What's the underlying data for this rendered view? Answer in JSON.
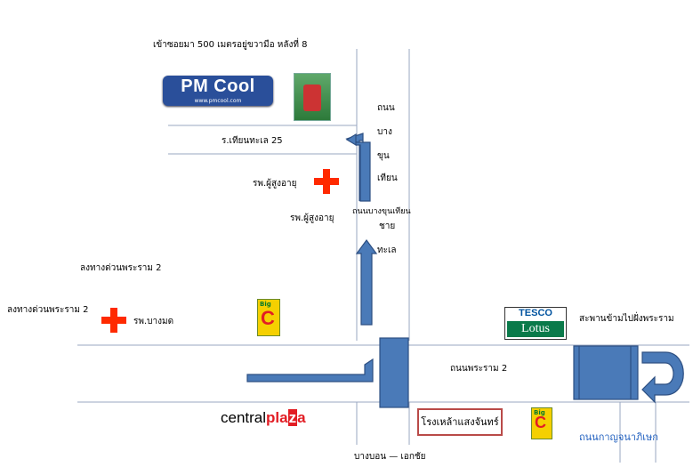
{
  "labels": {
    "entry_note": "เข้าซอยมา 500 เมตรอยู่ขวามือ หลังที่ 8",
    "soi_tian_talay_25": "ร.เทียนทะเล 25",
    "hospital_elderly_1": "รพ.ผู้สูงอายุ",
    "hospital_elderly_2": "รพ.ผู้สูงอายุ",
    "expressway_1": "ลงทางด่วนพระราม 2",
    "expressway_2": "ลงทางด่วนพระราม 2",
    "hospital_bangmod": "รพ.บางมด",
    "rama2_road": "ถนนพระราม 2",
    "overpass": "สะพานข้ามไปฝั่งพระราม",
    "kanchanaphisek_road": "ถนนกาญจนาภิเษก",
    "bang_bon_ekachai": "บางบอน — เอกชัย",
    "factory": "โรงเหล้าแสงจันทร์",
    "bangkhuntian_road": "ถนนบางขุนเทียน",
    "vertical_road_words": [
      "ถนน",
      "บาง",
      "ขุน",
      "เทียน"
    ],
    "chai_talay_words": [
      "ชาย",
      "ทะเล"
    ]
  },
  "logos": {
    "pmcool_text": "PM Cool",
    "pmcool_url": "www.pmcool.com",
    "central_prefix": "central",
    "central_plaza": "pla",
    "central_z": "z",
    "central_a": "a",
    "tesco": "TESCO",
    "lotus": "Lotus",
    "bigc_top": "Big",
    "bigc_c": "C"
  },
  "icons": [
    "hospital-cross-icon",
    "route-arrow-icon",
    "u-turn-arrow-icon",
    "overpass-block-icon"
  ],
  "colors": {
    "road_line": "#9aa7c0",
    "route_blue": "#4a7ab8",
    "route_outline": "#2d4f82",
    "hospital_red": "#ff2a00",
    "road_label_blue": "#1f5fbf"
  }
}
